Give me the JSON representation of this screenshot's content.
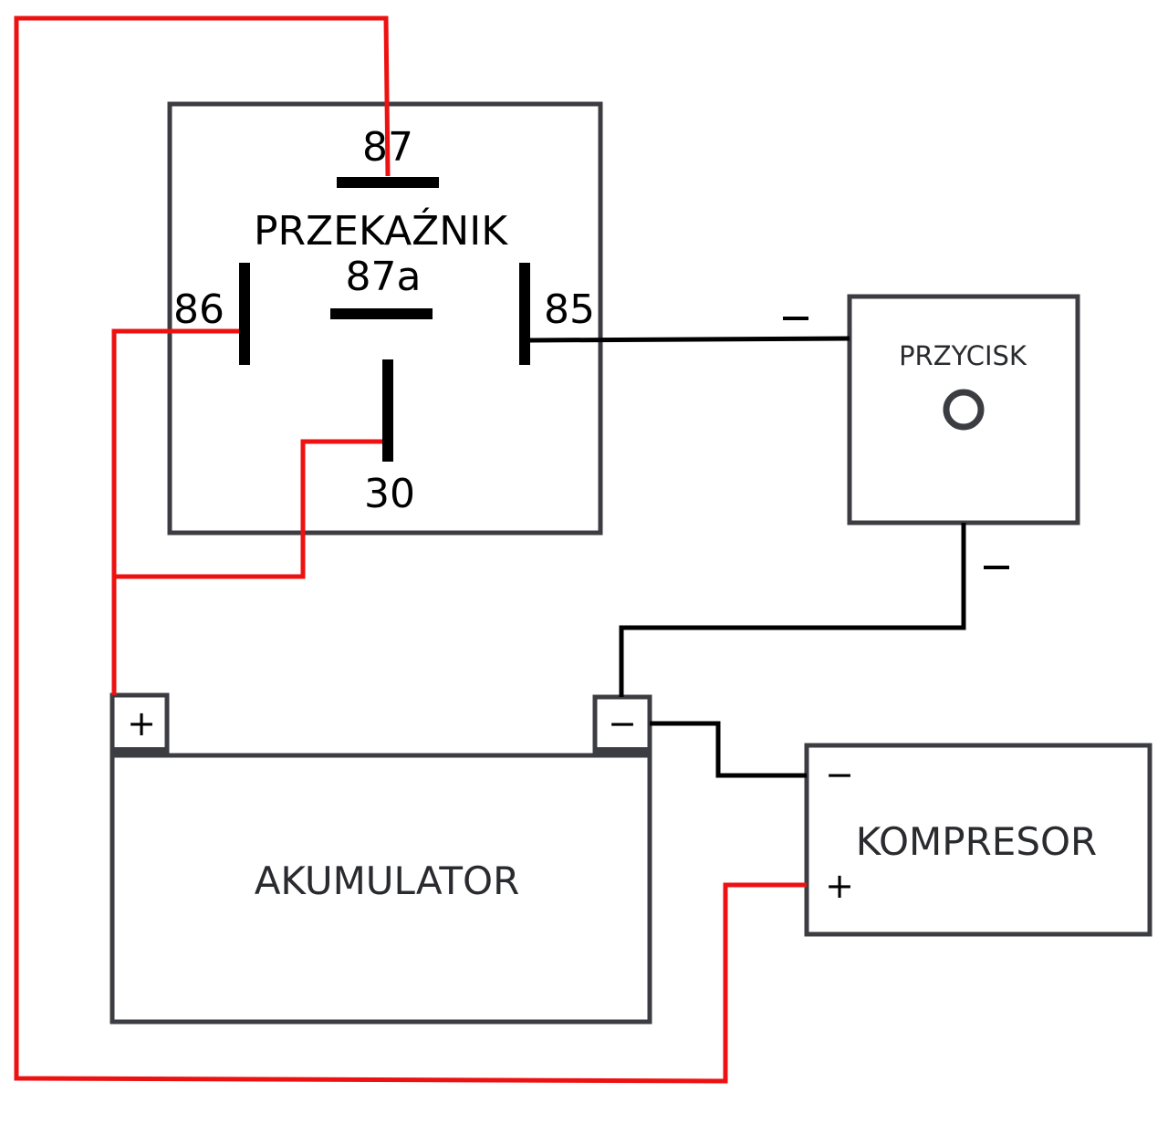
{
  "diagram": {
    "title": "Relay wiring diagram: button-controlled compressor",
    "colors": {
      "positive_wire": "#ee1111",
      "negative_wire": "#000000",
      "component_outline": "#3c3d42",
      "background": "#ffffff"
    },
    "relay": {
      "label": "PRZEKAŹNIK",
      "pins": {
        "p87": "87",
        "p87a": "87a",
        "p86": "86",
        "p85": "85",
        "p30": "30"
      }
    },
    "button": {
      "label": "PRZYCISK",
      "wire_sign_left": "−",
      "wire_sign_bottom": "−"
    },
    "battery": {
      "label": "AKUMULATOR",
      "plus_terminal": "+",
      "minus_terminal": "−"
    },
    "compressor": {
      "label": "KOMPRESOR",
      "minus_terminal": "−",
      "plus_terminal": "+"
    },
    "connections": [
      {
        "from": "battery +",
        "to": "relay 86",
        "wire": "red"
      },
      {
        "from": "battery +",
        "to": "relay 30",
        "wire": "red"
      },
      {
        "from": "relay 87",
        "to": "compressor +",
        "wire": "red"
      },
      {
        "from": "relay 85",
        "to": "button",
        "wire": "black"
      },
      {
        "from": "button",
        "to": "battery −",
        "wire": "black"
      },
      {
        "from": "battery −",
        "to": "compressor −",
        "wire": "black"
      }
    ]
  }
}
